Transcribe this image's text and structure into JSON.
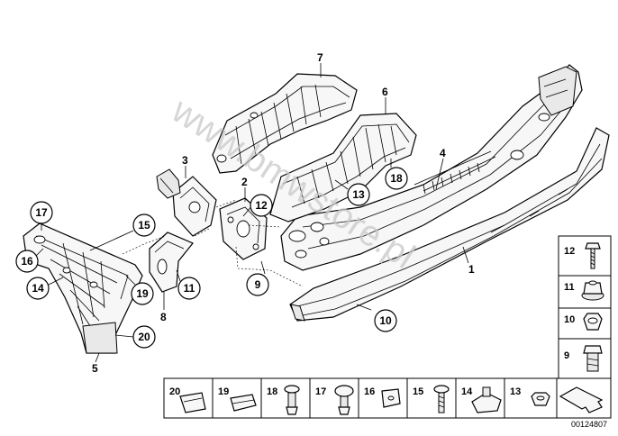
{
  "diagram": {
    "watermark": "www.bmwstore.pl",
    "reference_number": "00124807",
    "callouts_plain": [
      "1",
      "2",
      "3",
      "4",
      "5",
      "6",
      "7",
      "8"
    ],
    "callouts_circled": [
      "9",
      "10",
      "11",
      "12",
      "13",
      "14",
      "15",
      "16",
      "17",
      "18",
      "19",
      "20"
    ],
    "legend_right": [
      "12",
      "11",
      "10",
      "9"
    ],
    "legend_bottom": [
      "20",
      "19",
      "18",
      "17",
      "16",
      "15",
      "14",
      "13"
    ]
  }
}
